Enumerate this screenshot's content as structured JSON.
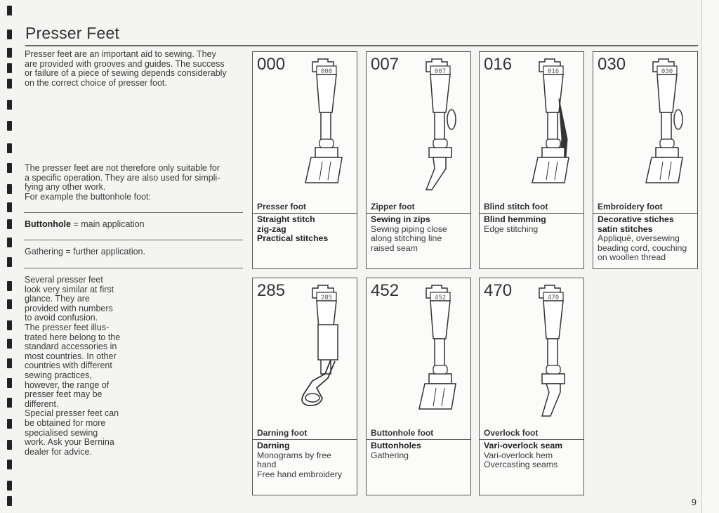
{
  "page": {
    "title": "Presser Feet",
    "page_number": "9"
  },
  "intro": {
    "lines": [
      "Presser feet are an important aid to sewing. They",
      "are provided with grooves and guides. The success",
      "or failure of a piece of sewing depends considerably",
      "on the correct choice of presser foot."
    ]
  },
  "second_para": {
    "lines": [
      "The presser feet are not therefore only suitable for",
      "a specific operation. They are also used for simpli-",
      "fying any other work.",
      "For example the buttonhole foot:"
    ]
  },
  "example": {
    "row1_bold": "Buttonhole",
    "row1_rest": " = main application",
    "row2": "Gathering = further application."
  },
  "third_para": {
    "lines": [
      "Several presser feet",
      "look very similar at first",
      "glance. They are",
      "provided with numbers",
      "to avoid confusion.",
      "The presser feet illus-",
      "trated here belong to the",
      "standard accessories in",
      "most countries. In other",
      "countries with different",
      "sewing practices,",
      "however, the range of",
      "presser feet may be",
      "different.",
      "Special presser feet can",
      "be obtained for more",
      "specialised sewing",
      "work. Ask your Bernina",
      "dealer for advice."
    ]
  },
  "feet": [
    {
      "code": "000",
      "name": "Presser foot",
      "stamp": "000",
      "desc": [
        {
          "t": "Straight stitch",
          "b": true
        },
        {
          "t": "zig-zag",
          "b": true
        },
        {
          "t": "Practical stitches",
          "b": true
        }
      ]
    },
    {
      "code": "007",
      "name": "Zipper foot",
      "stamp": "007",
      "desc": [
        {
          "t": "Sewing in zips",
          "b": true
        },
        {
          "t": "Sewing piping close",
          "b": false
        },
        {
          "t": "along stitching line",
          "b": false
        },
        {
          "t": "raised seam",
          "b": false
        }
      ]
    },
    {
      "code": "016",
      "name": "Blind stitch foot",
      "stamp": "016",
      "desc": [
        {
          "t": "Blind hemming",
          "b": true
        },
        {
          "t": "Edge stitching",
          "b": false
        }
      ]
    },
    {
      "code": "030",
      "name": "Embroidery foot",
      "stamp": "030",
      "desc": [
        {
          "t": "Decorative stiches",
          "b": true
        },
        {
          "t": "satin stitches",
          "b": true
        },
        {
          "t": "Appliqué, oversewing",
          "b": false
        },
        {
          "t": "beading cord, couching",
          "b": false
        },
        {
          "t": "on woollen thread",
          "b": false
        }
      ]
    },
    {
      "code": "285",
      "name": "Darning foot",
      "stamp": "285",
      "desc": [
        {
          "t": "Darning",
          "b": true
        },
        {
          "t": "Monograms by free",
          "b": false
        },
        {
          "t": "hand",
          "b": false
        },
        {
          "t": "Free hand embroidery",
          "b": false
        }
      ]
    },
    {
      "code": "452",
      "name": "Buttonhole foot",
      "stamp": "452",
      "desc": [
        {
          "t": "Buttonholes",
          "b": true
        },
        {
          "t": "Gathering",
          "b": false
        }
      ]
    },
    {
      "code": "470",
      "name": "Overlock foot",
      "stamp": "470",
      "desc": [
        {
          "t": "Vari-overlock seam",
          "b": true
        },
        {
          "t": "Vari-overlock hem",
          "b": false
        },
        {
          "t": "Overcasting seams",
          "b": false
        }
      ]
    }
  ]
}
